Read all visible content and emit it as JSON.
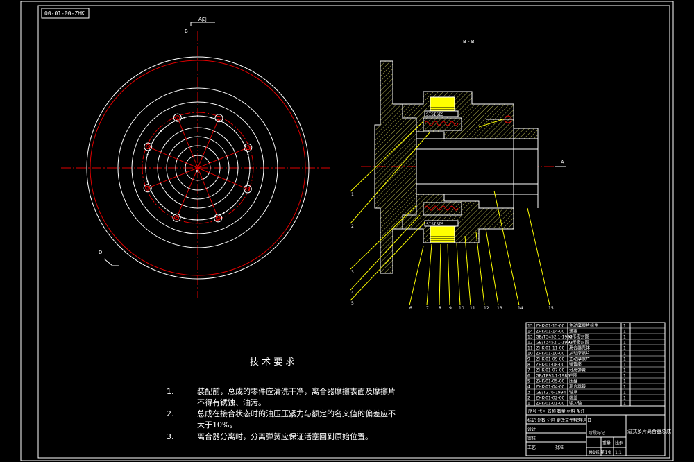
{
  "drawing_no": "00-01-00-ZHK",
  "section_a_label": "A向",
  "view_b_label": "B",
  "view_d_label": "D",
  "section_title": "B - B",
  "section_arrow_label": "A",
  "center_label": "B",
  "part_numbers": [
    "1",
    "2",
    "3",
    "4",
    "5",
    "6",
    "7",
    "8",
    "9",
    "10",
    "11",
    "12",
    "13",
    "14",
    "15"
  ],
  "tech": {
    "title": "技 术 要 求",
    "items": [
      {
        "num": "1.",
        "lines": [
          "装配前，总成的零件应清洗干净，离合器摩擦表面及摩擦片",
          "不得有锈蚀、油污。"
        ]
      },
      {
        "num": "2.",
        "lines": [
          "总成在接合状态时的油压压紧力与额定的名义值的偏差应不",
          "大于10%。"
        ]
      },
      {
        "num": "3.",
        "lines": [
          "离合器分离时，分离弹簧应保证活塞回到原始位置。"
        ]
      }
    ]
  },
  "bom": [
    {
      "idx": "15",
      "code": "ZHK-01-15-00",
      "name": "主动摩擦片组件",
      "qty": "1"
    },
    {
      "idx": "14",
      "code": "ZHK-01-14-00",
      "name": "活塞",
      "qty": "1"
    },
    {
      "idx": "13",
      "code": "GB/T3452.1-1992",
      "name": "O形密封圈",
      "qty": "1"
    },
    {
      "idx": "12",
      "code": "GB/T3452.1-1992",
      "name": "O形密封圈",
      "qty": "1"
    },
    {
      "idx": "11",
      "code": "ZHK-01-11-00",
      "name": "离合器壳体",
      "qty": "1"
    },
    {
      "idx": "10",
      "code": "ZHK-01-10-00",
      "name": "从动摩擦片",
      "qty": "1"
    },
    {
      "idx": "9",
      "code": "ZHK-01-09-00",
      "name": "主动摩擦片",
      "qty": "1"
    },
    {
      "idx": "8",
      "code": "ZHK-01-08-00",
      "name": "弹簧座",
      "qty": "1"
    },
    {
      "idx": "7",
      "code": "ZHK-01-07-00",
      "name": "分离弹簧",
      "qty": "1"
    },
    {
      "idx": "6",
      "code": "GB/T893.1-1986",
      "name": "挡圈",
      "qty": "1"
    },
    {
      "idx": "5",
      "code": "ZHK-01-05-00",
      "name": "压盘",
      "qty": "1"
    },
    {
      "idx": "4",
      "code": "ZHK-01-04-00",
      "name": "离合器毂",
      "qty": "1"
    },
    {
      "idx": "3",
      "code": "GB/T276-1994",
      "name": "轴承",
      "qty": "1"
    },
    {
      "idx": "2",
      "code": "ZHK-01-02-00",
      "name": "端盖",
      "qty": "1"
    },
    {
      "idx": "1",
      "code": "ZHK-01-01-00",
      "name": "输入轴",
      "qty": "1"
    }
  ],
  "title_block": {
    "header_row": "序号  代号  名称  数量  材料  备注",
    "name": "湿式多片离合器总成",
    "scale": "1:1",
    "sheet": "共1张 第1张",
    "marks": [
      "标记",
      "处数",
      "分区",
      "更改文件号",
      "签名",
      "年月日"
    ],
    "roles": [
      "设计",
      "审核",
      "工艺",
      "批准"
    ],
    "stage": "阶段标记",
    "weight": "重量",
    "ratio": "比例"
  }
}
